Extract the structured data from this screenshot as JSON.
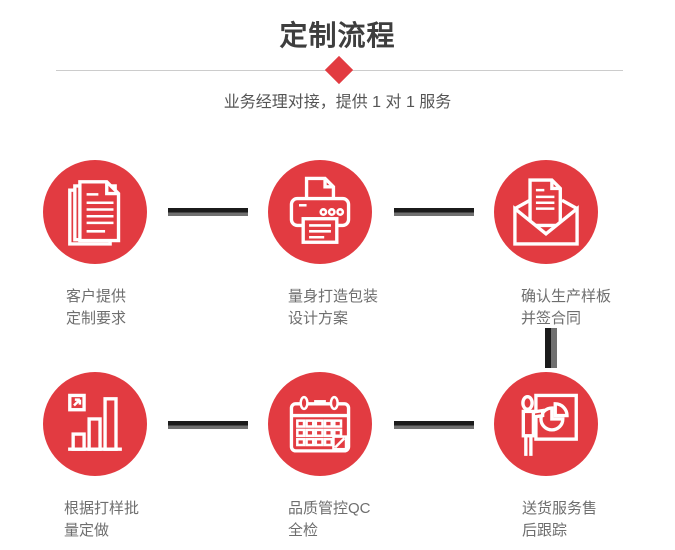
{
  "colors": {
    "accent_red": "#e23b41",
    "title_text": "#3e3e3e",
    "subtitle_text": "#555555",
    "label_text": "#6e6e6e",
    "divider_line": "#cccccc",
    "connector_dark": "#1b1b1b",
    "connector_gray": "#707070"
  },
  "header": {
    "title": "定制流程",
    "subtitle": "业务经理对接，提供 1 对 1 服务"
  },
  "steps": [
    {
      "icon": "documents-icon",
      "label_line1": "客户提供",
      "label_line2": "定制要求"
    },
    {
      "icon": "printer-icon",
      "label_line1": "量身打造包装",
      "label_line2": "设计方案"
    },
    {
      "icon": "envelope-icon",
      "label_line1": "确认生产样板",
      "label_line2": "并签合同"
    },
    {
      "icon": "bar-chart-icon",
      "label_line1": "根据打样批",
      "label_line2": "量定做"
    },
    {
      "icon": "calendar-icon",
      "label_line1": "品质管控QC",
      "label_line2": "全检"
    },
    {
      "icon": "presenter-icon",
      "label_line1": "送货服务售",
      "label_line2": "后跟踪"
    }
  ]
}
